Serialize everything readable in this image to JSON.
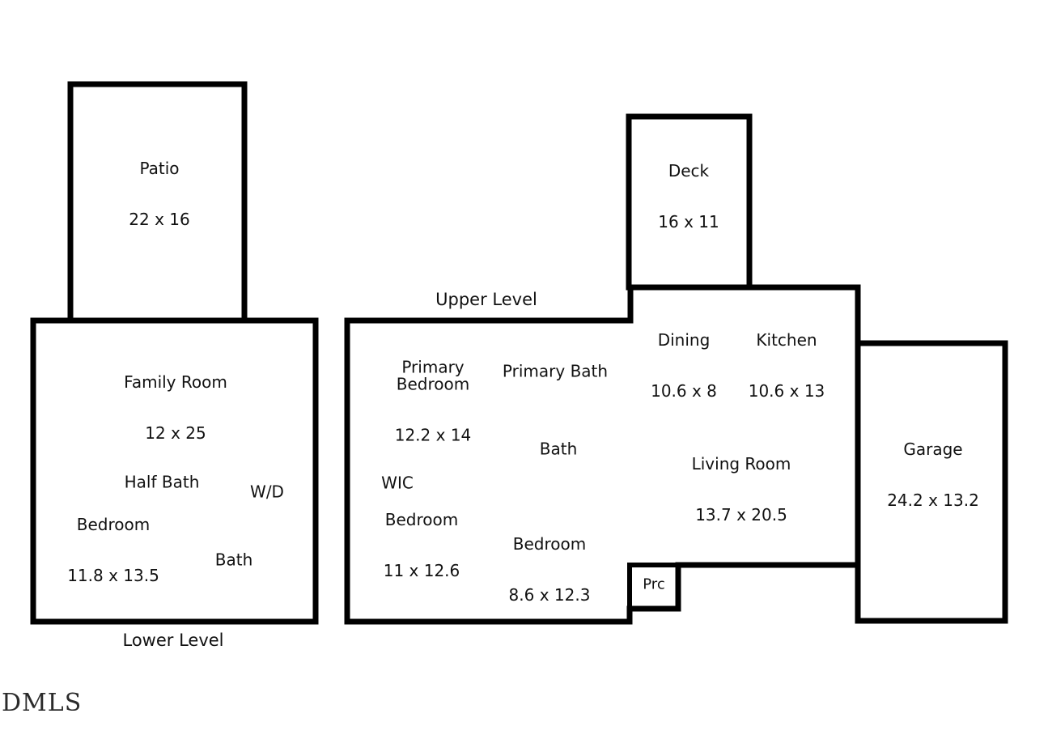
{
  "document": {
    "type": "real-estate-floor-plan",
    "watermark": "DMLS"
  },
  "levels": [
    {
      "id": "lower",
      "caption": "Lower Level"
    },
    {
      "id": "upper",
      "caption": "Upper Level"
    }
  ],
  "rooms": {
    "patio": {
      "name": "Patio",
      "dim": "22 x 16"
    },
    "family_room": {
      "name": "Family Room",
      "dim": "12 x 25"
    },
    "half_bath": {
      "name": "Half Bath",
      "dim": ""
    },
    "wd": {
      "name": "W/D",
      "dim": ""
    },
    "lower_bedroom": {
      "name": "Bedroom",
      "dim": "11.8 x 13.5"
    },
    "lower_bath": {
      "name": "Bath",
      "dim": ""
    },
    "deck": {
      "name": "Deck",
      "dim": "16 x 11"
    },
    "primary_bedroom": {
      "name": "Primary\nBedroom",
      "dim": "12.2 x 14"
    },
    "primary_bath": {
      "name": "Primary Bath",
      "dim": ""
    },
    "dining": {
      "name": "Dining",
      "dim": "10.6 x 8"
    },
    "kitchen": {
      "name": "Kitchen",
      "dim": "10.6 x 13"
    },
    "upper_bath": {
      "name": "Bath",
      "dim": ""
    },
    "wic": {
      "name": "WIC",
      "dim": ""
    },
    "living_room": {
      "name": "Living Room",
      "dim": "13.7 x 20.5"
    },
    "bedroom2": {
      "name": "Bedroom",
      "dim": "11 x 12.6"
    },
    "bedroom3": {
      "name": "Bedroom",
      "dim": "8.6 x 12.3"
    },
    "porch": {
      "name": "Prc",
      "dim": ""
    },
    "garage": {
      "name": "Garage",
      "dim": "24.2 x 13.2"
    }
  },
  "style": {
    "wall_color": "#000000",
    "fill_color": "#ffffff",
    "text_color": "#111111"
  }
}
